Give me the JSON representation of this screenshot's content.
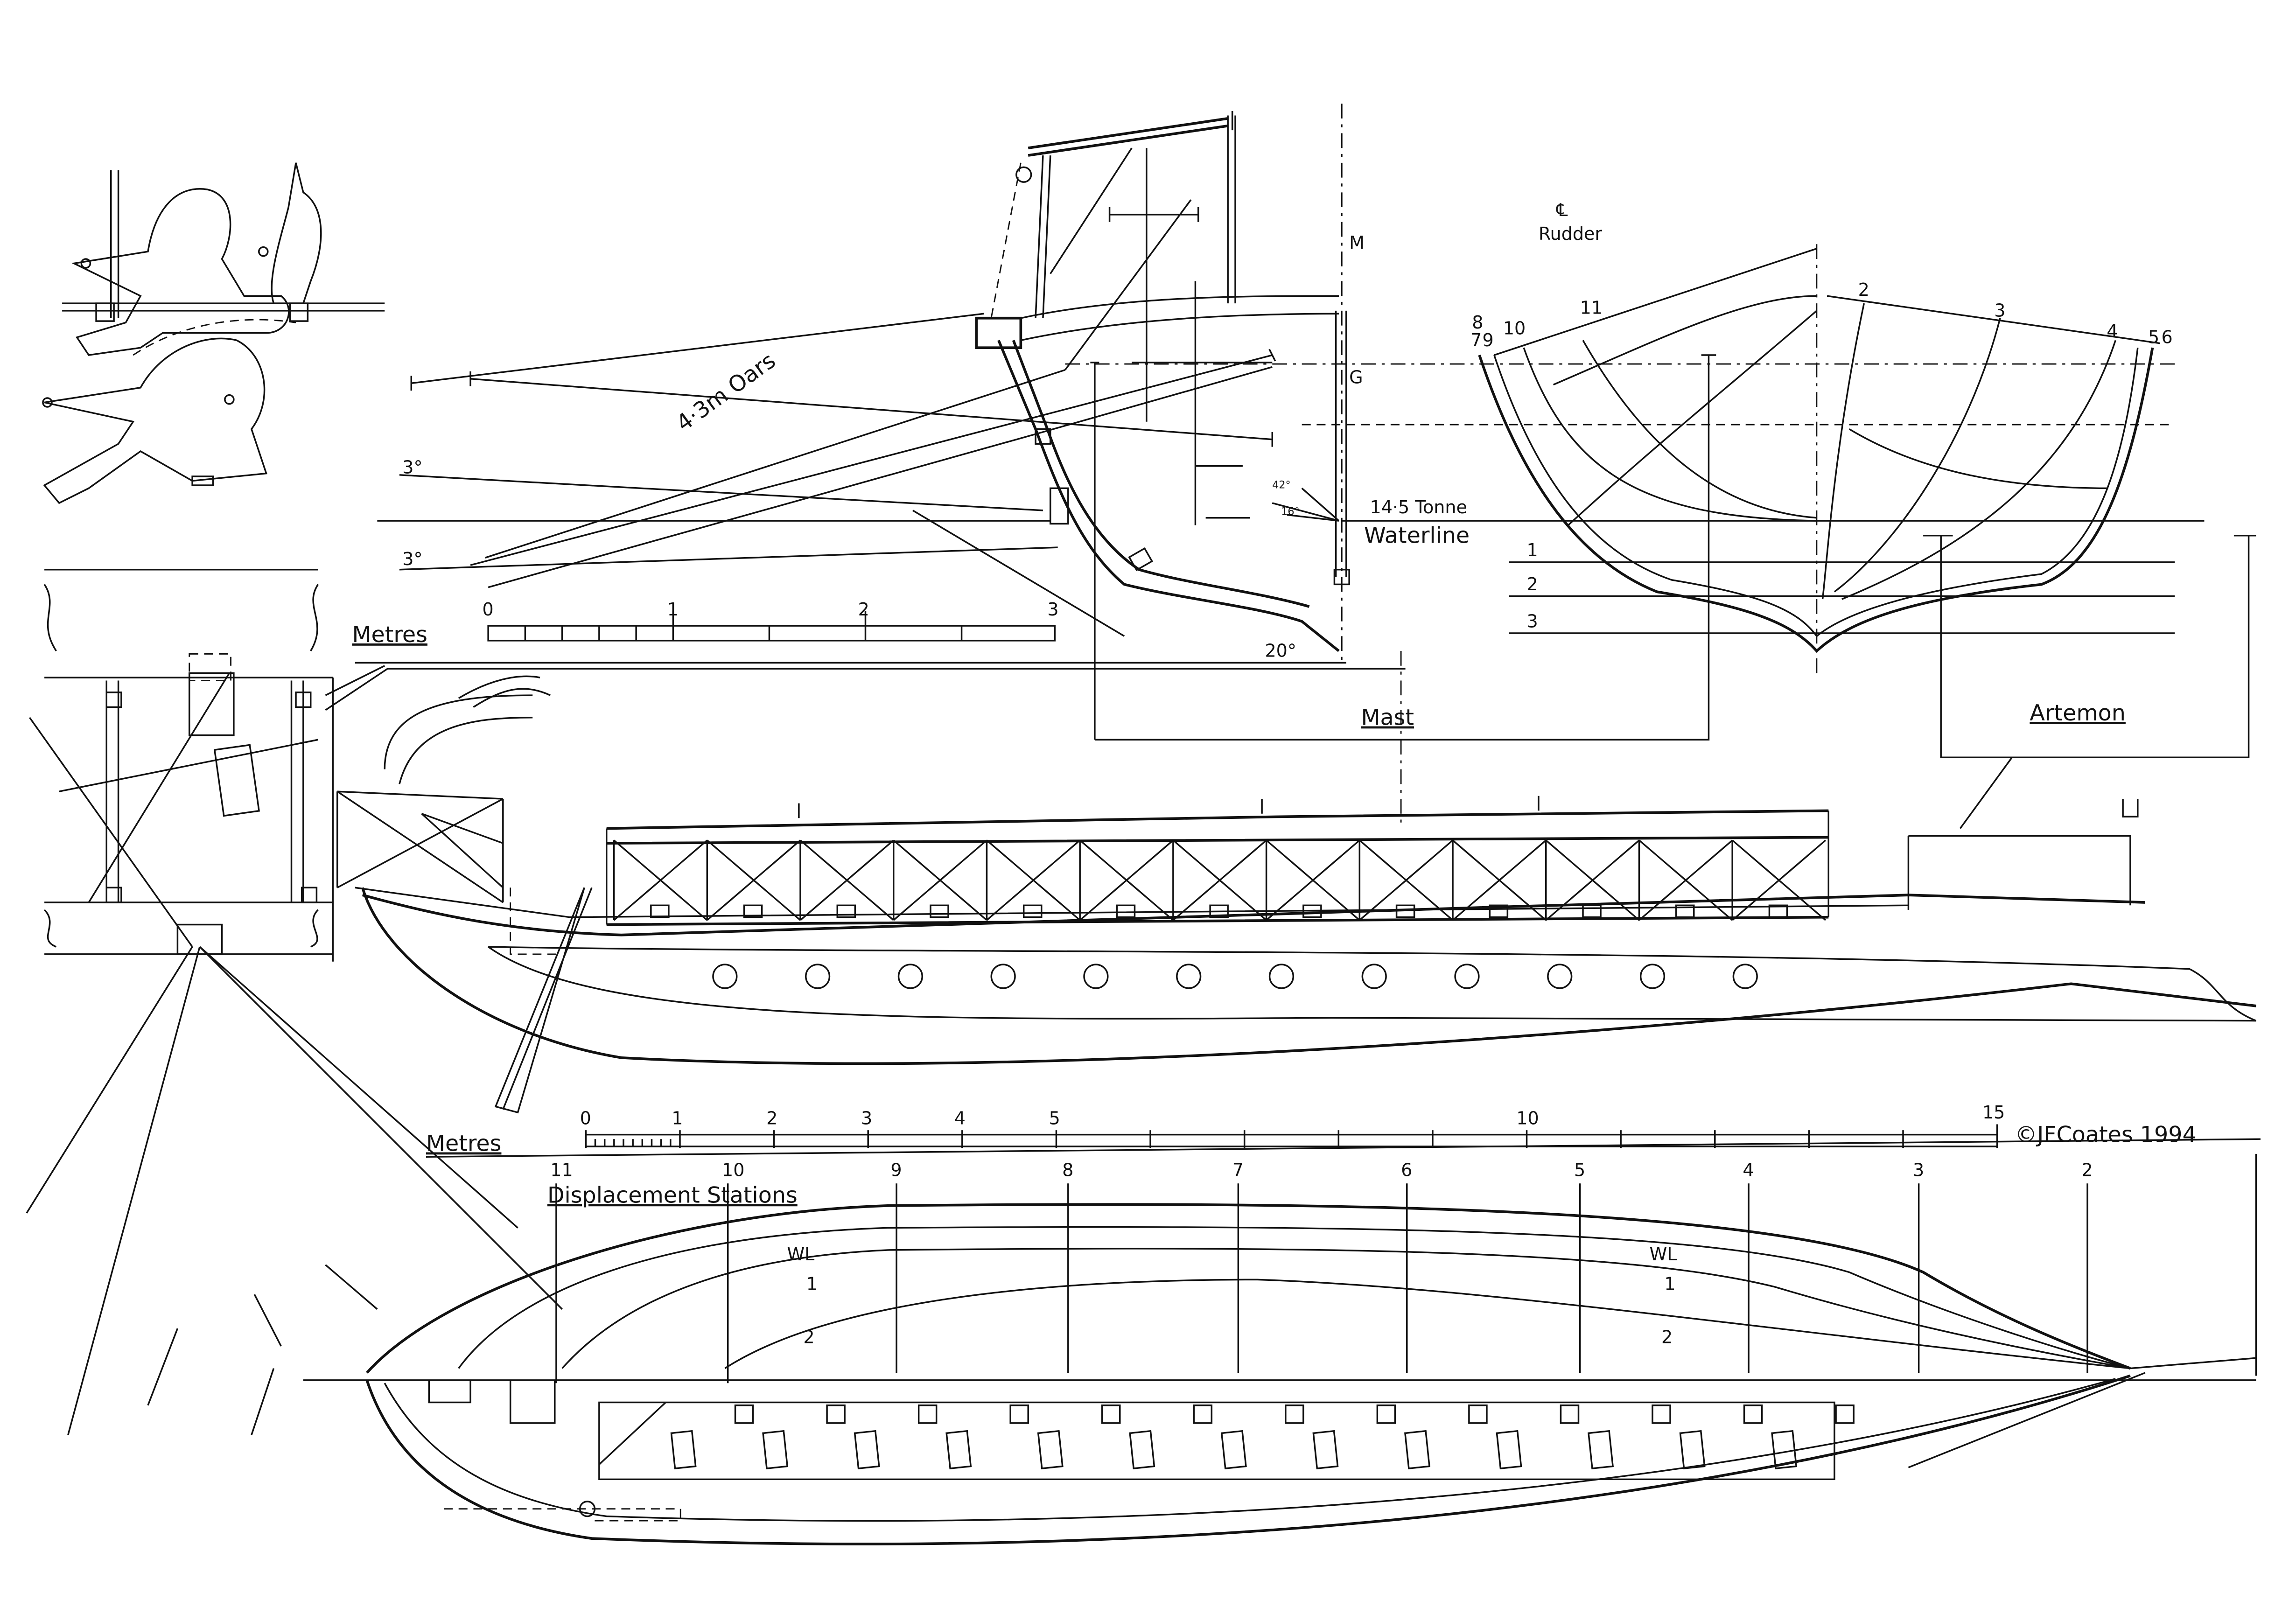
{
  "labels": {
    "oars": "4·3m Oars",
    "angle_upper": "3°",
    "angle_lower": "3°",
    "angle_keel": "20°",
    "angle_a": "42°",
    "angle_b": "16°",
    "metacentre": "M",
    "gravity": "G",
    "tonnage": "14·5 Tonne",
    "waterline": "Waterline",
    "centreline_symbol": "℄",
    "rudder": "Rudder",
    "mast": "Mast",
    "artemon": "Artemon",
    "displacement_stations": "Displacement Stations",
    "wl_fore": "WL",
    "wl_aft": "WL",
    "plan_line1_a": "1",
    "plan_line2_a": "2",
    "plan_line1_b": "1",
    "plan_line2_b": "2",
    "copyright": "©JFCoates 1994"
  },
  "small_scale": {
    "title": "Metres",
    "ticks": [
      "0",
      "1",
      "2",
      "3"
    ]
  },
  "large_scale": {
    "title": "Metres",
    "ticks": [
      "0",
      "1",
      "2",
      "3",
      "4",
      "5",
      "10",
      "15"
    ]
  },
  "body_section": {
    "stations_left": [
      "8",
      "7",
      "9",
      "10",
      "11"
    ],
    "stations_right": [
      "2",
      "3",
      "4",
      "5",
      "6"
    ],
    "waterlines": [
      "1",
      "2",
      "3"
    ]
  },
  "stations": [
    "11",
    "10",
    "9",
    "8",
    "7",
    "6",
    "5",
    "4",
    "3",
    "2"
  ]
}
